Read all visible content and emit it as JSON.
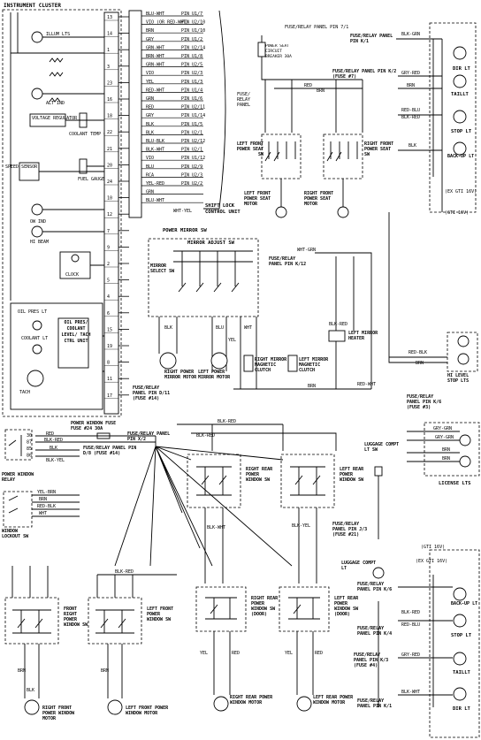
{
  "title": "INSTRUMENT CLUSTER",
  "instrument_cluster": {
    "components": [
      "ILLUM LTS",
      "ALT IND",
      "VOLTAGE REGULATOR",
      "COOLANT TEMP GAUGE",
      "SPEED SENSOR",
      "FUEL GAUGE",
      "OW IND",
      "HI BEAM",
      "CLOCK",
      "OIL PRES LT",
      "COOLANT LT",
      "OIL PRES/ COOLANT LEVEL/ TACH CTRL UNIT",
      "TACH"
    ],
    "pins": [
      "13",
      "14",
      "1",
      "3",
      "23",
      "16",
      "18",
      "22",
      "21",
      "20",
      "24",
      "10",
      "12",
      "7",
      "9",
      "2",
      "5",
      "4",
      "6",
      "15",
      "19",
      "8",
      "11",
      "17"
    ]
  },
  "connector": {
    "wires": [
      "BLU-WHT",
      "VIO (OR RED-WHT)",
      "BRN",
      "GRY",
      "GRN-WHT",
      "BRN-WHT",
      "GRN-WHT",
      "VIO",
      "YEL",
      "RED-WHT",
      "GRN",
      "RED",
      "GRY",
      "BLK",
      "BLK",
      "BLU-BLK",
      "BLK-WHT",
      "VIO",
      "BLU",
      "RCA",
      "YEL-RED",
      "GRN",
      "BLU-WHT"
    ],
    "pins": [
      "PIN U1/7",
      "PIN U2/10",
      "PIN U1/10",
      "PIN U1/2",
      "PIN U2/14",
      "PIN U1/8",
      "PIN U2/5",
      "PIN U2/3",
      "PIN U1/3",
      "PIN U1/4",
      "PIN U1/6",
      "PIN U2/11",
      "PIN U1/14",
      "PIN U1/5",
      "PIN U2/1",
      "PIN U2/12",
      "PIN U2/1",
      "PIN U1/12",
      "PIN U2/9",
      "PIN U2/3",
      "PIN U2/2"
    ],
    "shift_lock": "SHIFT LOCK CONTROL UNIT",
    "shift_lock_wire": "WHT-YEL"
  },
  "power_seat": {
    "breaker": "POWER SEAT CIRCUIT BREAKER 30A",
    "fuse_panel": "FUSE/RELAY PANEL PIN 7/1",
    "fuse_panel_side": "FUSE/ RELAY PANEL",
    "left_switch": "LEFT FRONT POWER SEAT SW",
    "right_switch": "RIGHT FRONT POWER SEAT SW",
    "left_motor": "LEFT FRONT POWER SEAT MOTOR",
    "right_motor": "RIGHT FRONT POWER SEAT MOTOR",
    "wires": [
      "RED",
      "BRN",
      "RED",
      "GRY",
      "GRY",
      "BLU",
      "BLU"
    ]
  },
  "rear_lights": {
    "top_fuse": "FUSE/RELAY PANEL PIN K/1",
    "top_fuse_2": "FUSE/RELAY PANEL PIN K/2 (FUSE #7)",
    "dir_lt": "DIR LT",
    "taillt": "TAILLT",
    "stop_lt": "STOP LT",
    "backup_lt": "BACK-UP LT",
    "ex_gti": "(EX GTI 16V)",
    "gti": "(GTI 16V)",
    "hi_level_stop": "HI LEVEL STOP LTS",
    "hi_level_fuse": "FUSE/RELAY PANEL PIN K/6 (FUSE #3)",
    "license_lts": "LICENSE LTS",
    "luggage_lt": "LUGGAGE COMPT LT SW",
    "luggage_lt_2": "LUGGAGE COMPT LT",
    "fuse_k4": "FUSE/RELAY PANEL PIN K/4",
    "fuse_k3": "FUSE/RELAY PANEL PIN K/3 (FUSE #4)",
    "fuse_k1": "FUSE/RELAY PANEL PIN K/1",
    "fuse_k6": "FUSE/RELAY PANEL PIN K/6",
    "wires": [
      "BLK-GRN",
      "GRY-RED",
      "BRN",
      "RED-BLU",
      "BLK-RED",
      "BLK",
      "GRY-GRN",
      "BLK-GRN",
      "GRY-RED",
      "BLK-WHT",
      "RED-BLK",
      "BRN",
      "GRY-GRN",
      "GRY-GRN",
      "BRN",
      "BRN",
      "GRY-GRN",
      "BRN",
      "BLK-RED",
      "RED-BLU"
    ]
  },
  "mirror": {
    "title": "POWER MIRROR SW",
    "adjust": "MIRROR ADJUST SW",
    "select": "MIRROR SELECT SW",
    "right_motor": "RIGHT POWER MIRROR MOTOR",
    "left_motor": "LEFT POWER MIRROR MOTOR",
    "right_clutch": "RIGHT MIRROR MAGNETIC CLUTCH",
    "left_clutch": "LEFT MIRROR MAGNETIC CLUTCH",
    "heater": "LEFT MIRROR HEATER",
    "fuse_k12": "FUSE/RELAY PANEL PIN K/12",
    "fuse_d11": "FUSE/RELAY PANEL PIN D/11 (FUSE #14)",
    "wires": [
      "WHT-GRN",
      "BLK",
      "BLU",
      "WHT",
      "YEL",
      "BRN",
      "RED-WHT",
      "BLK-RED"
    ]
  },
  "window": {
    "fuse": "POWER WINDOW FUSE FUSE #24 30A",
    "fuse_panel": "FUSE/RELAY PANEL PIN X/2",
    "fuse_panel_2": "FUSE/RELAY PANEL PIN D/8 (FUSE #14)",
    "relay": "POWER WINDOW RELAY",
    "lockout": "WINDOW LOCKOUT SW",
    "right_front_sw": "FRONT RIGHT POWER WINDOW SW",
    "left_front_sw": "LEFT FRONT POWER WINDOW SW",
    "right_rear_sw": "RIGHT REAR POWER WINDOW SW",
    "left_rear_sw": "LEFT REAR POWER WINDOW SW",
    "right_rear_door_sw": "RIGHT REAR POWER WINDOW SW (DOOR)",
    "left_rear_door_sw": "LEFT REAR POWER WINDOW SW (DOOR)",
    "right_front_motor": "RIGHT FRONT POWER WINDOW MOTOR",
    "left_front_motor": "LEFT FRONT POWER WINDOW MOTOR",
    "right_rear_motor": "RIGHT REAR POWER WINDOW MOTOR",
    "left_rear_motor": "LEFT REAR POWER WINDOW MOTOR",
    "fuse_j3": "FUSE/RELAY PANEL PIN J/3 (FUSE #21)",
    "relay_pins": [
      "30",
      "87",
      "85",
      "86"
    ],
    "wires": [
      "RED",
      "BLK-RED",
      "BLK",
      "BLK-YEL",
      "YEL-BRN",
      "BRN",
      "RED-BLK",
      "WHT",
      "BLK-RED",
      "BLK-RED",
      "BLK-YEL",
      "BLK-WHT",
      "BLK-RED",
      "BRN",
      "BRN",
      "BLK",
      "YEL",
      "RED",
      "YEL",
      "RED"
    ]
  }
}
